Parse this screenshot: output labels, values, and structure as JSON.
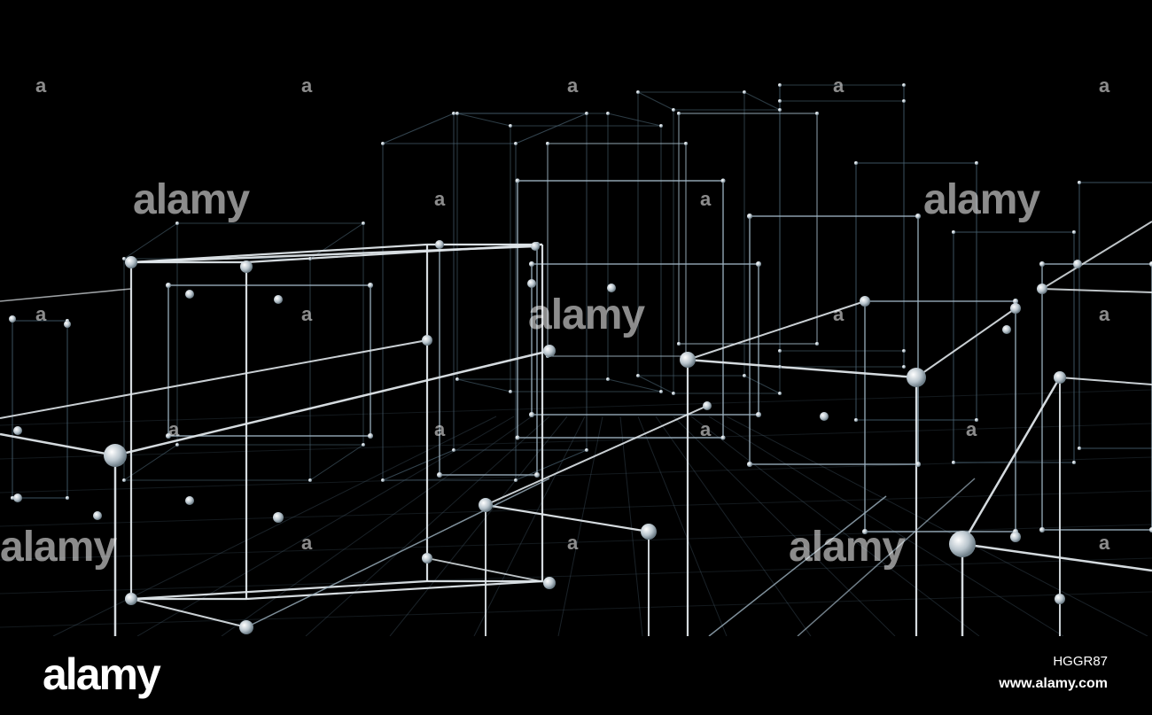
{
  "watermark": {
    "text": "alamy",
    "small_text": "a"
  },
  "footer": {
    "logo": "alamy",
    "image_id": "HGGR87",
    "url": "www.alamy.com"
  },
  "colors": {
    "background": "#000000",
    "wire_bright": "#dfe6ea",
    "wire_mid": "#9fb4c2",
    "wire_dim": "#4a6272",
    "node": "#cfd8de"
  }
}
